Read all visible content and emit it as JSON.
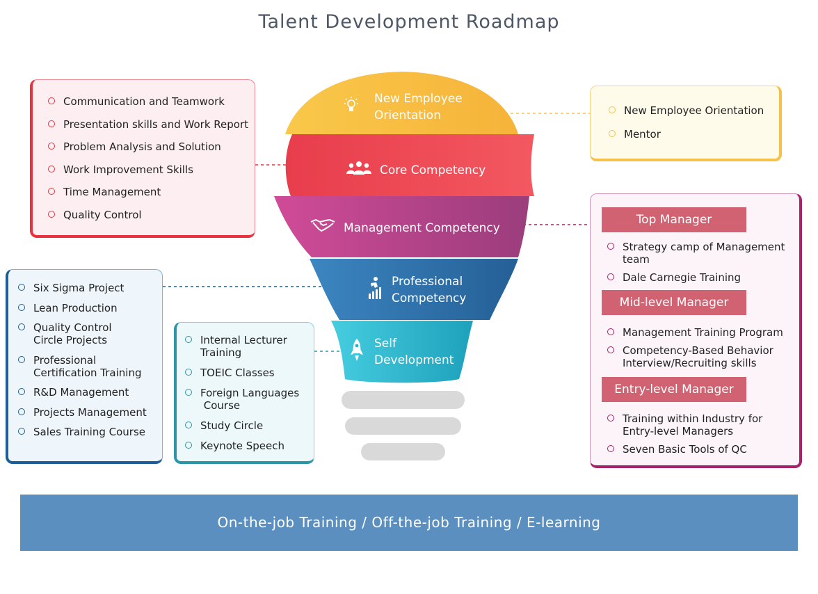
{
  "title": "Talent Development Roadmap",
  "layers": [
    {
      "label_lines": [
        "New Employee",
        "Orientation"
      ],
      "icon": "lightbulb-icon",
      "color": "#f8bf42"
    },
    {
      "label_lines": [
        "Core Competency"
      ],
      "icon": "people-icon",
      "color": "#ec4d59"
    },
    {
      "label_lines": [
        "Management Competency"
      ],
      "icon": "handshake-icon",
      "color": "#b24583"
    },
    {
      "label_lines": [
        "Professional",
        "Competency"
      ],
      "icon": "climbing-chart-icon",
      "color": "#2e72a8"
    },
    {
      "label_lines": [
        "Self",
        "Development"
      ],
      "icon": "rocket-icon",
      "color": "#27b4cc"
    }
  ],
  "core_box": {
    "color": "#e8323f",
    "items": [
      "Communication and Teamwork",
      "Presentation skills and Work Report",
      "Problem Analysis and Solution",
      "Work Improvement Skills",
      "Time Management",
      "Quality Control"
    ]
  },
  "orientation_box": {
    "color": "#f6c04d",
    "items": [
      "New Employee Orientation",
      "Mentor"
    ]
  },
  "management_box": {
    "color": "#a4216b",
    "groups": [
      {
        "header": "Top Manager",
        "items": [
          [
            "Strategy camp of Management",
            "team"
          ],
          [
            "Dale Carnegie Training"
          ]
        ]
      },
      {
        "header": "Mid-level Manager",
        "items": [
          [
            "Management Training Program"
          ],
          [
            "Competency-Based Behavior",
            "Interview/Recruiting skills"
          ]
        ]
      },
      {
        "header": "Entry-level Manager",
        "items": [
          [
            "Training within Industry for",
            "Entry-level Managers"
          ],
          [
            "Seven Basic Tools of QC"
          ]
        ]
      }
    ]
  },
  "professional_box": {
    "color": "#1d5e96",
    "items": [
      [
        "Six Sigma Project"
      ],
      [
        "Lean Production"
      ],
      [
        "Quality Control",
        "Circle Projects"
      ],
      [
        "Professional",
        "Certification Training"
      ],
      [
        "R&D Management"
      ],
      [
        "Projects Management"
      ],
      [
        "Sales Training Course"
      ]
    ]
  },
  "self_box": {
    "color": "#2b96a8",
    "items": [
      [
        "Internal Lecturer",
        "Training"
      ],
      [
        "TOEIC Classes"
      ],
      [
        "Foreign Languages",
        " Course"
      ],
      [
        "Study Circle"
      ],
      [
        "Keynote Speech"
      ]
    ]
  },
  "banner": "On-the-job Training / Off-the-job Training / E-learning"
}
